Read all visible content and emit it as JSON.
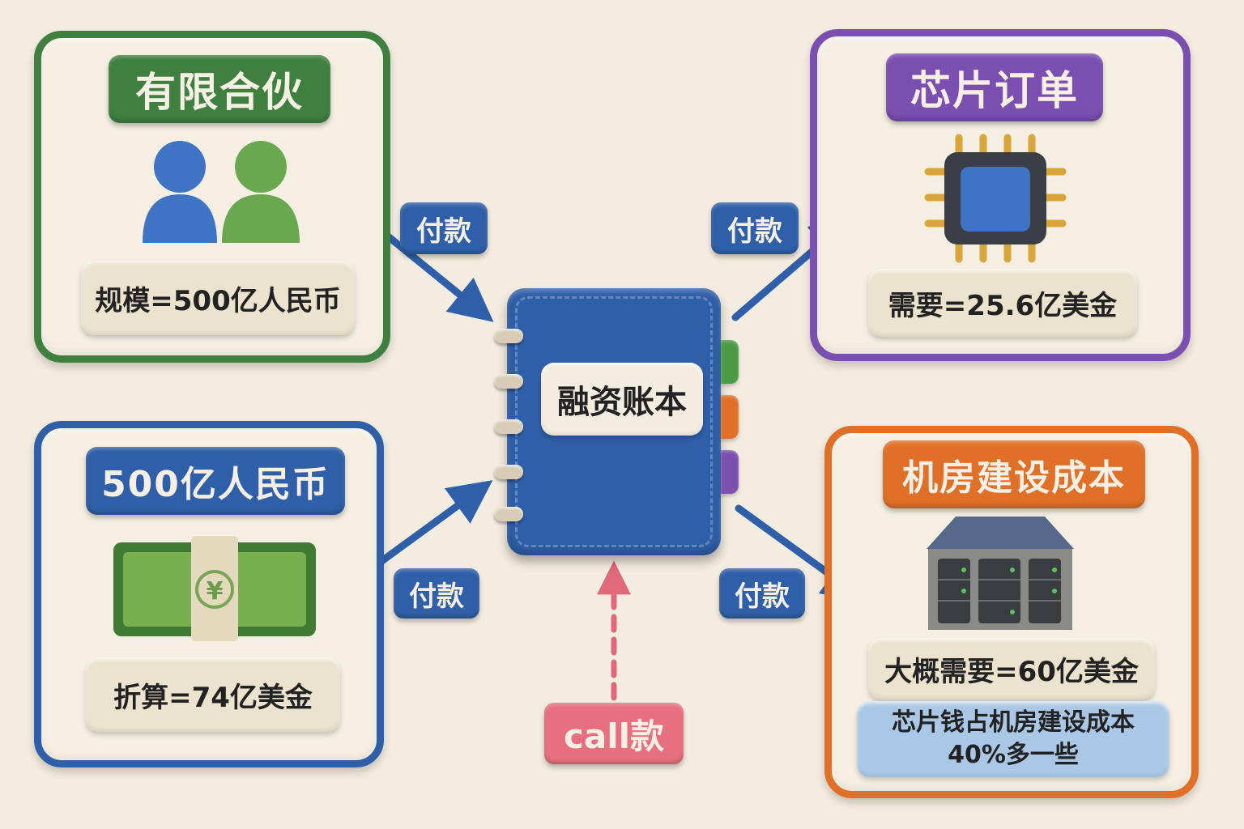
{
  "cards": {
    "partnership": {
      "title": "有限合伙",
      "value": "规模=500亿人民币",
      "color": "#3f7f3f"
    },
    "rmb": {
      "title": "500亿人民币",
      "value": "折算=74亿美金",
      "color": "#2f5fa8"
    },
    "chips": {
      "title": "芯片订单",
      "value": "需要=25.6亿美金",
      "color": "#7b4fb0"
    },
    "datacenter": {
      "title": "机房建设成本",
      "value": "大概需要=60亿美金",
      "note_line1": "芯片钱占机房建设成本",
      "note_line2": "40%多一些",
      "color": "#e07028"
    }
  },
  "ledger": {
    "label": "融资账本"
  },
  "arrows": {
    "pay_top_left": "付款",
    "pay_bottom_left": "付款",
    "pay_top_right": "付款",
    "pay_bottom_right": "付款",
    "call": "call款"
  },
  "icons": {
    "people": "people-icon",
    "cash": "yuan-banknote-icon",
    "yuan_symbol": "¥",
    "chip": "chip-icon",
    "server_room": "server-room-icon"
  }
}
